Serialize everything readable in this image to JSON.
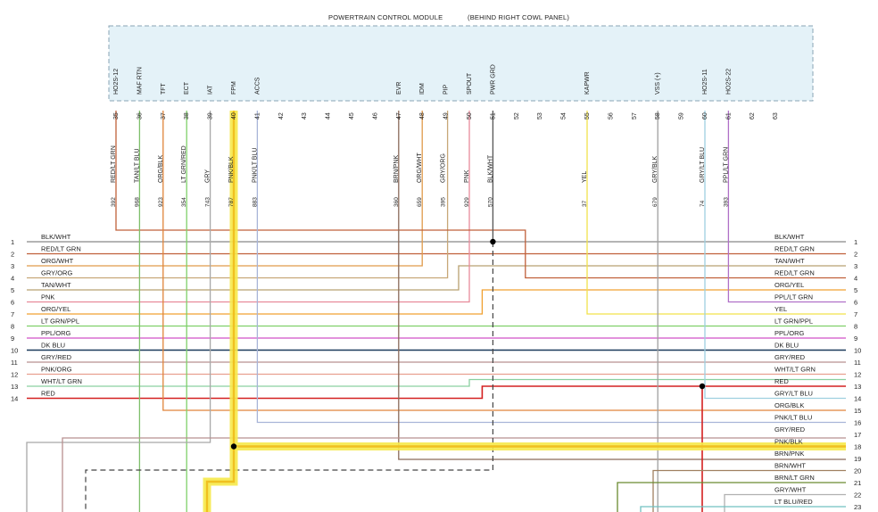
{
  "module": {
    "title": "POWERTRAIN CONTROL MODULE",
    "location": "(BEHIND RIGHT COWL PANEL)"
  },
  "pins": [
    {
      "num": "35",
      "name": "HO2S-12",
      "color": "RED/LT GRN",
      "circuit": "392",
      "hex": "#c0603a"
    },
    {
      "num": "36",
      "name": "MAF RTN",
      "color": "TAN/LT BLU",
      "circuit": "968",
      "hex": "#7fbf6a"
    },
    {
      "num": "37",
      "name": "TFT",
      "color": "ORG/BLK",
      "circuit": "923",
      "hex": "#e0843a"
    },
    {
      "num": "38",
      "name": "ECT",
      "color": "LT GRN/RED",
      "circuit": "354",
      "hex": "#7fd06a"
    },
    {
      "num": "39",
      "name": "IAT",
      "color": "GRY",
      "circuit": "743",
      "hex": "#a8a8a8"
    },
    {
      "num": "40",
      "name": "FPM",
      "color": "PNK/BLK",
      "circuit": "787",
      "hex": "#f0c020"
    },
    {
      "num": "41",
      "name": "ACCS",
      "color": "PNK/LT BLU",
      "circuit": "883",
      "hex": "#a8b4d8"
    },
    {
      "num": "42",
      "name": "",
      "color": "",
      "circuit": "",
      "hex": ""
    },
    {
      "num": "43",
      "name": "",
      "color": "",
      "circuit": "",
      "hex": ""
    },
    {
      "num": "44",
      "name": "",
      "color": "",
      "circuit": "",
      "hex": ""
    },
    {
      "num": "45",
      "name": "",
      "color": "",
      "circuit": "",
      "hex": ""
    },
    {
      "num": "46",
      "name": "",
      "color": "",
      "circuit": "",
      "hex": ""
    },
    {
      "num": "47",
      "name": "EVR",
      "color": "BRN/PNK",
      "circuit": "360",
      "hex": "#8a6a5a"
    },
    {
      "num": "48",
      "name": "IDM",
      "color": "ORG/WHT",
      "circuit": "659",
      "hex": "#e09a4a"
    },
    {
      "num": "49",
      "name": "PIP",
      "color": "GRY/ORG",
      "circuit": "395",
      "hex": "#c8a878"
    },
    {
      "num": "50",
      "name": "SPOUT",
      "color": "PNK",
      "circuit": "929",
      "hex": "#e88a9a"
    },
    {
      "num": "51",
      "name": "PWR GRD",
      "color": "BLK/WHT",
      "circuit": "570",
      "hex": "#555555"
    },
    {
      "num": "52",
      "name": "",
      "color": "",
      "circuit": "",
      "hex": ""
    },
    {
      "num": "53",
      "name": "",
      "color": "",
      "circuit": "",
      "hex": ""
    },
    {
      "num": "54",
      "name": "",
      "color": "",
      "circuit": "",
      "hex": ""
    },
    {
      "num": "55",
      "name": "KAPWR",
      "color": "YEL",
      "circuit": "37",
      "hex": "#f2e24a"
    },
    {
      "num": "56",
      "name": "",
      "color": "",
      "circuit": "",
      "hex": ""
    },
    {
      "num": "57",
      "name": "",
      "color": "",
      "circuit": "",
      "hex": ""
    },
    {
      "num": "58",
      "name": "VSS (+)",
      "color": "GRY/BLK",
      "circuit": "679",
      "hex": "#a0a0a0"
    },
    {
      "num": "59",
      "name": "",
      "color": "",
      "circuit": "",
      "hex": ""
    },
    {
      "num": "60",
      "name": "HO2S-11",
      "color": "GRY/LT BLU",
      "circuit": "74",
      "hex": "#9ed0e0"
    },
    {
      "num": "61",
      "name": "HO2S-22",
      "color": "PPL/LT GRN",
      "circuit": "393",
      "hex": "#b070c8"
    },
    {
      "num": "62",
      "name": "",
      "color": "",
      "circuit": "",
      "hex": ""
    },
    {
      "num": "63",
      "name": "",
      "color": "",
      "circuit": "",
      "hex": ""
    }
  ],
  "left_rows": [
    {
      "num": "1",
      "label": "BLK/WHT",
      "hex": "#888888"
    },
    {
      "num": "2",
      "label": "RED/LT GRN",
      "hex": "#c0603a"
    },
    {
      "num": "3",
      "label": "ORG/WHT",
      "hex": "#e09a4a"
    },
    {
      "num": "4",
      "label": "GRY/ORG",
      "hex": "#c8a878"
    },
    {
      "num": "5",
      "label": "TAN/WHT",
      "hex": "#b8a070"
    },
    {
      "num": "6",
      "label": "PNK",
      "hex": "#e88a9a"
    },
    {
      "num": "7",
      "label": "ORG/YEL",
      "hex": "#f0a030"
    },
    {
      "num": "8",
      "label": "LT GRN/PPL",
      "hex": "#7fd06a"
    },
    {
      "num": "9",
      "label": "PPL/ORG",
      "hex": "#d050c8"
    },
    {
      "num": "10",
      "label": "DK BLU",
      "hex": "#1a3a5a"
    },
    {
      "num": "11",
      "label": "GRY/RED",
      "hex": "#b89090"
    },
    {
      "num": "12",
      "label": "PNK/ORG",
      "hex": "#e8a090"
    },
    {
      "num": "13",
      "label": "WHT/LT GRN",
      "hex": "#8ad0a0"
    },
    {
      "num": "14",
      "label": "RED",
      "hex": "#d42020"
    }
  ],
  "right_rows": [
    {
      "num": "1",
      "label": "BLK/WHT",
      "hex": "#888888"
    },
    {
      "num": "2",
      "label": "RED/LT GRN",
      "hex": "#c0603a"
    },
    {
      "num": "3",
      "label": "TAN/WHT",
      "hex": "#b8a070"
    },
    {
      "num": "4",
      "label": "RED/LT GRN",
      "hex": "#c0603a"
    },
    {
      "num": "5",
      "label": "ORG/YEL",
      "hex": "#f0a030"
    },
    {
      "num": "6",
      "label": "PPL/LT GRN",
      "hex": "#b070c8"
    },
    {
      "num": "7",
      "label": "YEL",
      "hex": "#f2e24a"
    },
    {
      "num": "8",
      "label": "LT GRN/PPL",
      "hex": "#7fd06a"
    },
    {
      "num": "9",
      "label": "PPL/ORG",
      "hex": "#d050c8"
    },
    {
      "num": "10",
      "label": "DK BLU",
      "hex": "#1a3a5a"
    },
    {
      "num": "11",
      "label": "GRY/RED",
      "hex": "#b89090"
    },
    {
      "num": "12",
      "label": "WHT/LT GRN",
      "hex": "#8ad0a0"
    },
    {
      "num": "13",
      "label": "RED",
      "hex": "#d42020"
    },
    {
      "num": "14",
      "label": "GRY/LT BLU",
      "hex": "#9ed0e0"
    },
    {
      "num": "15",
      "label": "ORG/BLK",
      "hex": "#e0843a"
    },
    {
      "num": "16",
      "label": "PNK/LT BLU",
      "hex": "#a8b4d8"
    },
    {
      "num": "17",
      "label": "GRY/RED",
      "hex": "#b89090"
    },
    {
      "num": "18",
      "label": "PNK/BLK",
      "hex": "#f0c020"
    },
    {
      "num": "19",
      "label": "BRN/PNK",
      "hex": "#8a6a5a"
    },
    {
      "num": "20",
      "label": "BRN/WHT",
      "hex": "#a08060"
    },
    {
      "num": "21",
      "label": "BRN/LT GRN",
      "hex": "#6a8a30"
    },
    {
      "num": "22",
      "label": "GRY/WHT",
      "hex": "#b0b0b0"
    },
    {
      "num": "23",
      "label": "LT BLU/RED",
      "hex": "#70c0c0"
    }
  ],
  "colors": {
    "module_fill": "#e4f2f8",
    "module_border": "#8aa4b4",
    "highlight": "#f6e94a"
  }
}
